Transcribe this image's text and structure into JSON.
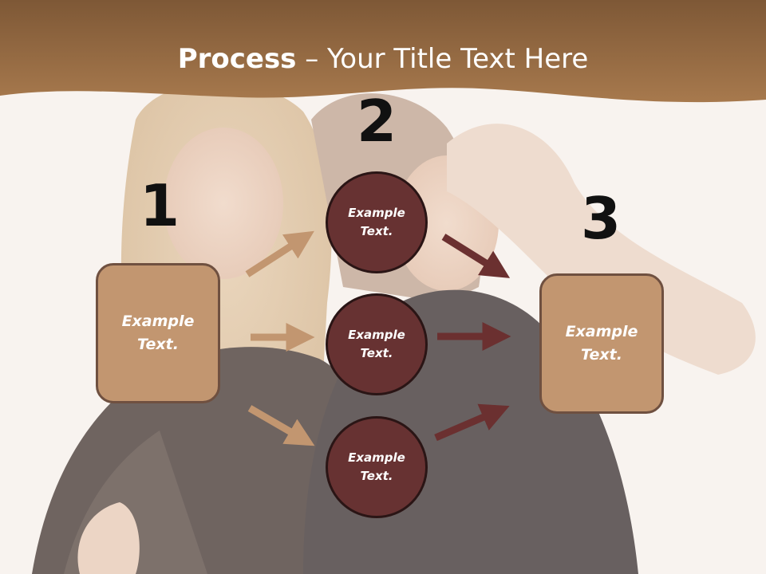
{
  "slide": {
    "title_bold": "Process",
    "title_rest": " – Your Title Text Here"
  },
  "steps": [
    {
      "number": "1",
      "text": "Example\nText."
    },
    {
      "number": "2",
      "text": "Example\nText."
    },
    {
      "number": "3",
      "text": "Example\nText."
    }
  ],
  "middle_circles": [
    {
      "text": "Example\nText."
    },
    {
      "text": "Example\nText."
    },
    {
      "text": "Example\nText."
    }
  ],
  "colors": {
    "header": "#9a6e45",
    "box_fill": "#c29670",
    "box_border": "#6f5040",
    "circle_fill": "#673232",
    "arrow_tan": "#c29670",
    "arrow_dark": "#6b3030"
  }
}
